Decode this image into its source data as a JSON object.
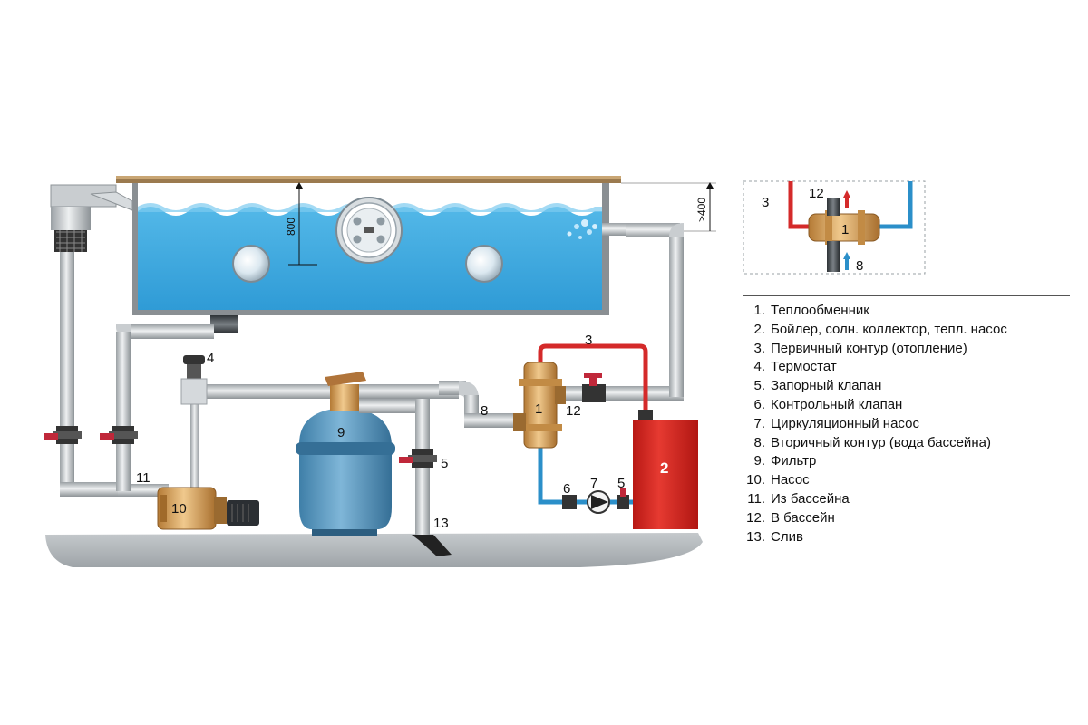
{
  "dimensions": {
    "depth_label": "800",
    "clearance_label": ">400"
  },
  "labels": {
    "hx": "1",
    "boiler": "2",
    "primary": "3",
    "thermostat": "4",
    "valve_right": "5",
    "valve_left": "5",
    "check_valve": "6",
    "circ_pump": "7",
    "secondary": "8",
    "filter": "9",
    "pump": "10",
    "from_pool": "11",
    "to_pool": "12",
    "drain": "13"
  },
  "inset": {
    "primary": "3",
    "to_pool": "12",
    "hx": "1",
    "secondary": "8"
  },
  "legend": [
    {
      "n": "1.",
      "text": "Теплообменник"
    },
    {
      "n": "2.",
      "text": "Бойлер, солн. коллектор, тепл. насос"
    },
    {
      "n": "3.",
      "text": "Первичный контур (отопление)"
    },
    {
      "n": "4.",
      "text": "Термостат"
    },
    {
      "n": "5.",
      "text": "Запорный клапан"
    },
    {
      "n": "6.",
      "text": "Контрольный клапан"
    },
    {
      "n": "7.",
      "text": "Циркуляционный насос"
    },
    {
      "n": "8.",
      "text": "Вторичный контур (вода бассейна)"
    },
    {
      "n": "9.",
      "text": "Фильтр"
    },
    {
      "n": "10.",
      "text": "Насос"
    },
    {
      "n": "11.",
      "text": "Из бассейна"
    },
    {
      "n": "12.",
      "text": "В бассейн"
    },
    {
      "n": "13.",
      "text": "Слив"
    }
  ],
  "colors": {
    "water": "#3aa7dd",
    "hot_pipe": "#d42a2a",
    "cold_pipe": "#2b8fc9",
    "boiler": "#e0251f",
    "brass": "#d9a35a",
    "pipe_grey": "#c9cdd0"
  }
}
